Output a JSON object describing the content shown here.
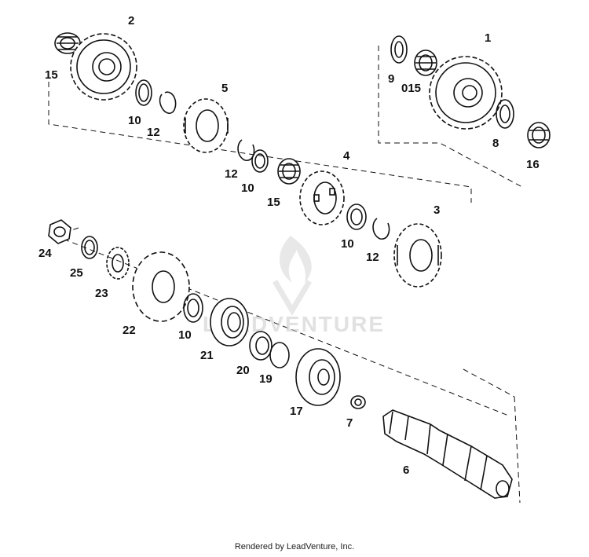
{
  "diagram": {
    "callouts": [
      {
        "id": "c1",
        "text": "1"
      },
      {
        "id": "c2",
        "text": "2"
      },
      {
        "id": "c3",
        "text": "3"
      },
      {
        "id": "c4",
        "text": "4"
      },
      {
        "id": "c5",
        "text": "5"
      },
      {
        "id": "c6",
        "text": "6"
      },
      {
        "id": "c7",
        "text": "7"
      },
      {
        "id": "c8",
        "text": "8"
      },
      {
        "id": "c9",
        "text": "9"
      },
      {
        "id": "c015",
        "text": "015"
      },
      {
        "id": "c10a",
        "text": "10"
      },
      {
        "id": "c10b",
        "text": "10"
      },
      {
        "id": "c10c",
        "text": "10"
      },
      {
        "id": "c10d",
        "text": "10"
      },
      {
        "id": "c12a",
        "text": "12"
      },
      {
        "id": "c12b",
        "text": "12"
      },
      {
        "id": "c12c",
        "text": "12"
      },
      {
        "id": "c15a",
        "text": "15"
      },
      {
        "id": "c15b",
        "text": "15"
      },
      {
        "id": "c16",
        "text": "16"
      },
      {
        "id": "c17",
        "text": "17"
      },
      {
        "id": "c19",
        "text": "19"
      },
      {
        "id": "c20",
        "text": "20"
      },
      {
        "id": "c21",
        "text": "21"
      },
      {
        "id": "c22",
        "text": "22"
      },
      {
        "id": "c23",
        "text": "23"
      },
      {
        "id": "c24",
        "text": "24"
      },
      {
        "id": "c25",
        "text": "25"
      }
    ],
    "watermark": "LEADVENTURE"
  },
  "footer": {
    "credit": "Rendered by LeadVenture, Inc."
  }
}
